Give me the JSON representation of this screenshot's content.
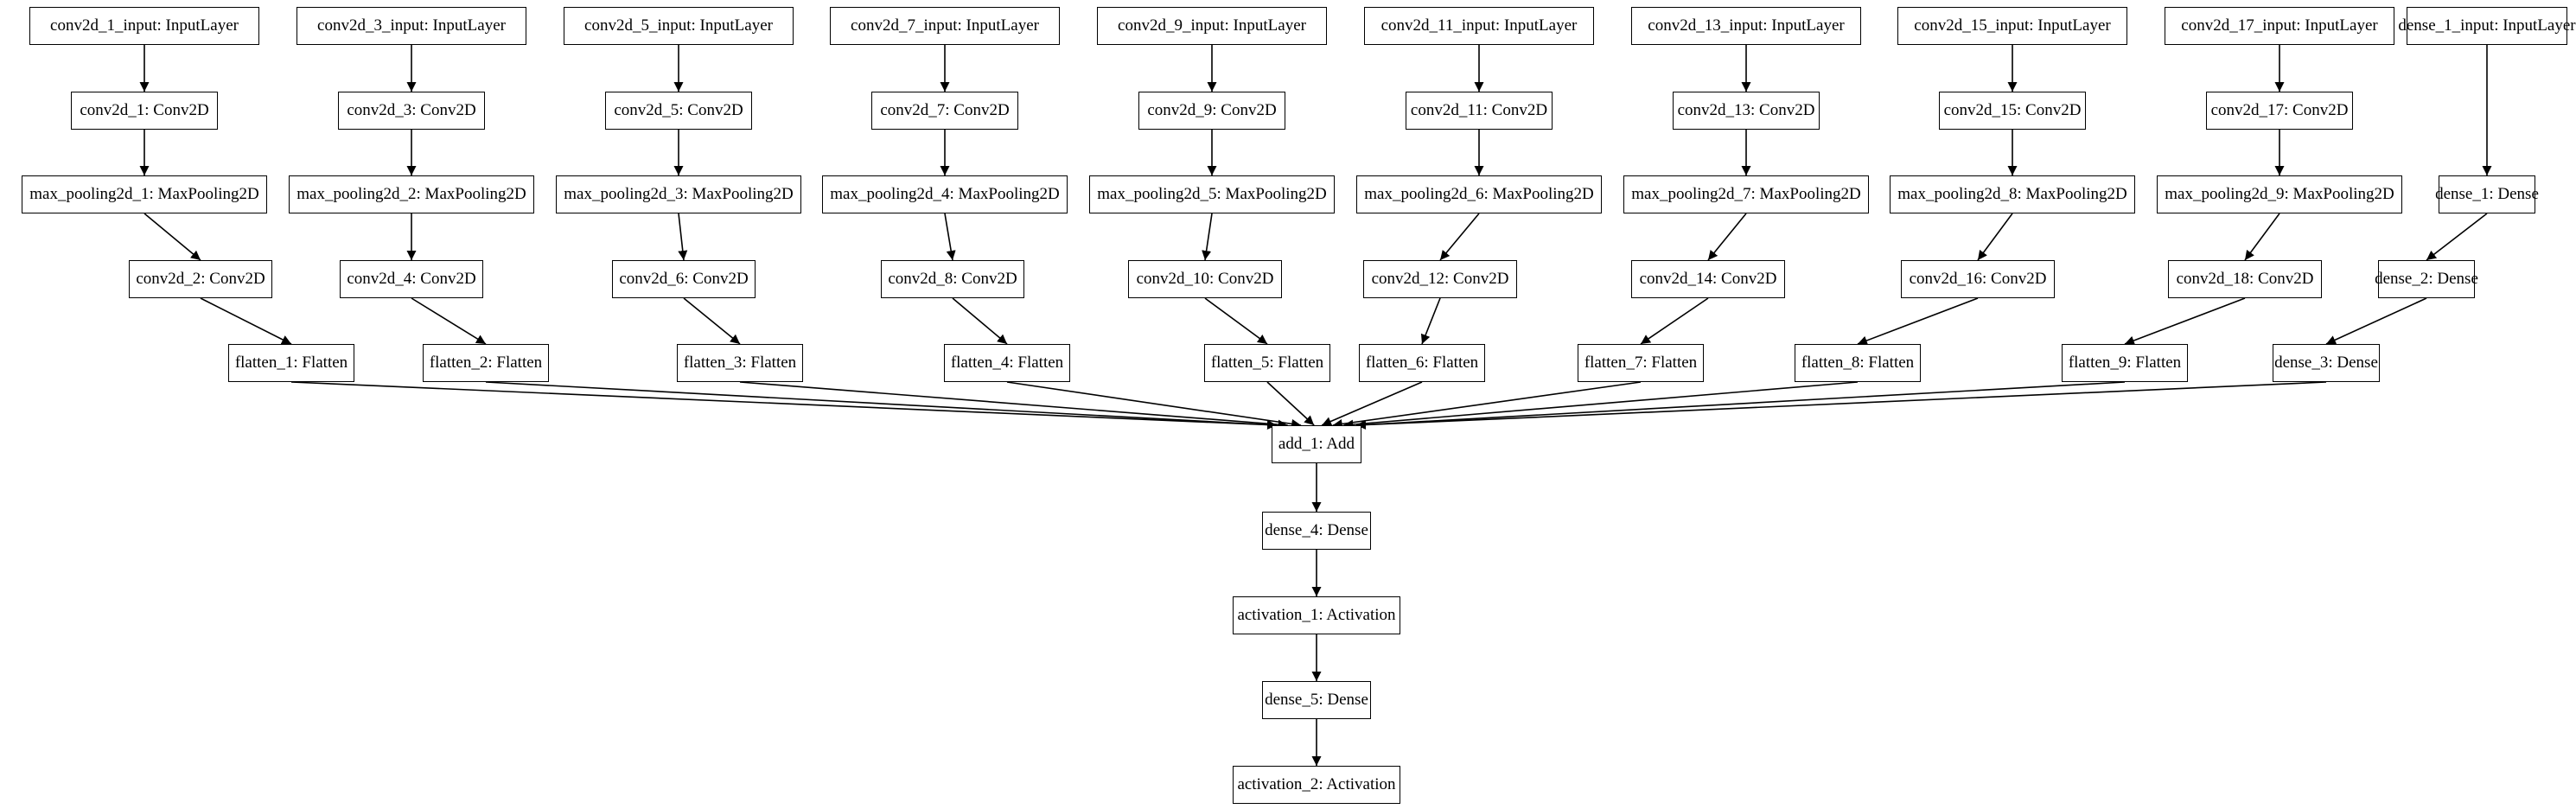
{
  "nodes": [
    {
      "id": "conv2d_1_input",
      "label": "conv2d_1_input: InputLayer"
    },
    {
      "id": "conv2d_1",
      "label": "conv2d_1: Conv2D"
    },
    {
      "id": "max_pooling2d_1",
      "label": "max_pooling2d_1: MaxPooling2D"
    },
    {
      "id": "conv2d_2",
      "label": "conv2d_2: Conv2D"
    },
    {
      "id": "flatten_1",
      "label": "flatten_1: Flatten"
    },
    {
      "id": "conv2d_3_input",
      "label": "conv2d_3_input: InputLayer"
    },
    {
      "id": "conv2d_3",
      "label": "conv2d_3: Conv2D"
    },
    {
      "id": "max_pooling2d_2",
      "label": "max_pooling2d_2: MaxPooling2D"
    },
    {
      "id": "conv2d_4",
      "label": "conv2d_4: Conv2D"
    },
    {
      "id": "flatten_2",
      "label": "flatten_2: Flatten"
    },
    {
      "id": "conv2d_5_input",
      "label": "conv2d_5_input: InputLayer"
    },
    {
      "id": "conv2d_5",
      "label": "conv2d_5: Conv2D"
    },
    {
      "id": "max_pooling2d_3",
      "label": "max_pooling2d_3: MaxPooling2D"
    },
    {
      "id": "conv2d_6",
      "label": "conv2d_6: Conv2D"
    },
    {
      "id": "flatten_3",
      "label": "flatten_3: Flatten"
    },
    {
      "id": "conv2d_7_input",
      "label": "conv2d_7_input: InputLayer"
    },
    {
      "id": "conv2d_7",
      "label": "conv2d_7: Conv2D"
    },
    {
      "id": "max_pooling2d_4",
      "label": "max_pooling2d_4: MaxPooling2D"
    },
    {
      "id": "conv2d_8",
      "label": "conv2d_8: Conv2D"
    },
    {
      "id": "flatten_4",
      "label": "flatten_4: Flatten"
    },
    {
      "id": "conv2d_9_input",
      "label": "conv2d_9_input: InputLayer"
    },
    {
      "id": "conv2d_9",
      "label": "conv2d_9: Conv2D"
    },
    {
      "id": "max_pooling2d_5",
      "label": "max_pooling2d_5: MaxPooling2D"
    },
    {
      "id": "conv2d_10",
      "label": "conv2d_10: Conv2D"
    },
    {
      "id": "flatten_5",
      "label": "flatten_5: Flatten"
    },
    {
      "id": "conv2d_11_input",
      "label": "conv2d_11_input: InputLayer"
    },
    {
      "id": "conv2d_11",
      "label": "conv2d_11: Conv2D"
    },
    {
      "id": "max_pooling2d_6",
      "label": "max_pooling2d_6: MaxPooling2D"
    },
    {
      "id": "conv2d_12",
      "label": "conv2d_12: Conv2D"
    },
    {
      "id": "flatten_6",
      "label": "flatten_6: Flatten"
    },
    {
      "id": "conv2d_13_input",
      "label": "conv2d_13_input: InputLayer"
    },
    {
      "id": "conv2d_13",
      "label": "conv2d_13: Conv2D"
    },
    {
      "id": "max_pooling2d_7",
      "label": "max_pooling2d_7: MaxPooling2D"
    },
    {
      "id": "conv2d_14",
      "label": "conv2d_14: Conv2D"
    },
    {
      "id": "flatten_7",
      "label": "flatten_7: Flatten"
    },
    {
      "id": "conv2d_15_input",
      "label": "conv2d_15_input: InputLayer"
    },
    {
      "id": "conv2d_15",
      "label": "conv2d_15: Conv2D"
    },
    {
      "id": "max_pooling2d_8",
      "label": "max_pooling2d_8: MaxPooling2D"
    },
    {
      "id": "conv2d_16",
      "label": "conv2d_16: Conv2D"
    },
    {
      "id": "flatten_8",
      "label": "flatten_8: Flatten"
    },
    {
      "id": "conv2d_17_input",
      "label": "conv2d_17_input: InputLayer"
    },
    {
      "id": "conv2d_17",
      "label": "conv2d_17: Conv2D"
    },
    {
      "id": "max_pooling2d_9",
      "label": "max_pooling2d_9: MaxPooling2D"
    },
    {
      "id": "conv2d_18",
      "label": "conv2d_18: Conv2D"
    },
    {
      "id": "flatten_9",
      "label": "flatten_9: Flatten"
    },
    {
      "id": "dense_1_input",
      "label": "dense_1_input: InputLayer"
    },
    {
      "id": "dense_1",
      "label": "dense_1: Dense"
    },
    {
      "id": "dense_2",
      "label": "dense_2: Dense"
    },
    {
      "id": "dense_3",
      "label": "dense_3: Dense"
    },
    {
      "id": "add_1",
      "label": "add_1: Add"
    },
    {
      "id": "dense_4",
      "label": "dense_4: Dense"
    },
    {
      "id": "activation_1",
      "label": "activation_1: Activation"
    },
    {
      "id": "dense_5",
      "label": "dense_5: Dense"
    },
    {
      "id": "activation_2",
      "label": "activation_2: Activation"
    }
  ],
  "edges": [
    [
      "conv2d_1_input",
      "conv2d_1"
    ],
    [
      "conv2d_1",
      "max_pooling2d_1"
    ],
    [
      "max_pooling2d_1",
      "conv2d_2"
    ],
    [
      "conv2d_2",
      "flatten_1"
    ],
    [
      "conv2d_3_input",
      "conv2d_3"
    ],
    [
      "conv2d_3",
      "max_pooling2d_2"
    ],
    [
      "max_pooling2d_2",
      "conv2d_4"
    ],
    [
      "conv2d_4",
      "flatten_2"
    ],
    [
      "conv2d_5_input",
      "conv2d_5"
    ],
    [
      "conv2d_5",
      "max_pooling2d_3"
    ],
    [
      "max_pooling2d_3",
      "conv2d_6"
    ],
    [
      "conv2d_6",
      "flatten_3"
    ],
    [
      "conv2d_7_input",
      "conv2d_7"
    ],
    [
      "conv2d_7",
      "max_pooling2d_4"
    ],
    [
      "max_pooling2d_4",
      "conv2d_8"
    ],
    [
      "conv2d_8",
      "flatten_4"
    ],
    [
      "conv2d_9_input",
      "conv2d_9"
    ],
    [
      "conv2d_9",
      "max_pooling2d_5"
    ],
    [
      "max_pooling2d_5",
      "conv2d_10"
    ],
    [
      "conv2d_10",
      "flatten_5"
    ],
    [
      "conv2d_11_input",
      "conv2d_11"
    ],
    [
      "conv2d_11",
      "max_pooling2d_6"
    ],
    [
      "max_pooling2d_6",
      "conv2d_12"
    ],
    [
      "conv2d_12",
      "flatten_6"
    ],
    [
      "conv2d_13_input",
      "conv2d_13"
    ],
    [
      "conv2d_13",
      "max_pooling2d_7"
    ],
    [
      "max_pooling2d_7",
      "conv2d_14"
    ],
    [
      "conv2d_14",
      "flatten_7"
    ],
    [
      "conv2d_15_input",
      "conv2d_15"
    ],
    [
      "conv2d_15",
      "max_pooling2d_8"
    ],
    [
      "max_pooling2d_8",
      "conv2d_16"
    ],
    [
      "conv2d_16",
      "flatten_8"
    ],
    [
      "conv2d_17_input",
      "conv2d_17"
    ],
    [
      "conv2d_17",
      "max_pooling2d_9"
    ],
    [
      "max_pooling2d_9",
      "conv2d_18"
    ],
    [
      "conv2d_18",
      "flatten_9"
    ],
    [
      "dense_1_input",
      "dense_1"
    ],
    [
      "dense_1",
      "dense_2"
    ],
    [
      "dense_2",
      "dense_3"
    ],
    [
      "flatten_1",
      "add_1"
    ],
    [
      "flatten_2",
      "add_1"
    ],
    [
      "flatten_3",
      "add_1"
    ],
    [
      "flatten_4",
      "add_1"
    ],
    [
      "flatten_5",
      "add_1"
    ],
    [
      "flatten_6",
      "add_1"
    ],
    [
      "flatten_7",
      "add_1"
    ],
    [
      "flatten_8",
      "add_1"
    ],
    [
      "flatten_9",
      "add_1"
    ],
    [
      "dense_3",
      "add_1"
    ],
    [
      "add_1",
      "dense_4"
    ],
    [
      "dense_4",
      "activation_1"
    ],
    [
      "activation_1",
      "dense_5"
    ],
    [
      "dense_5",
      "activation_2"
    ]
  ]
}
